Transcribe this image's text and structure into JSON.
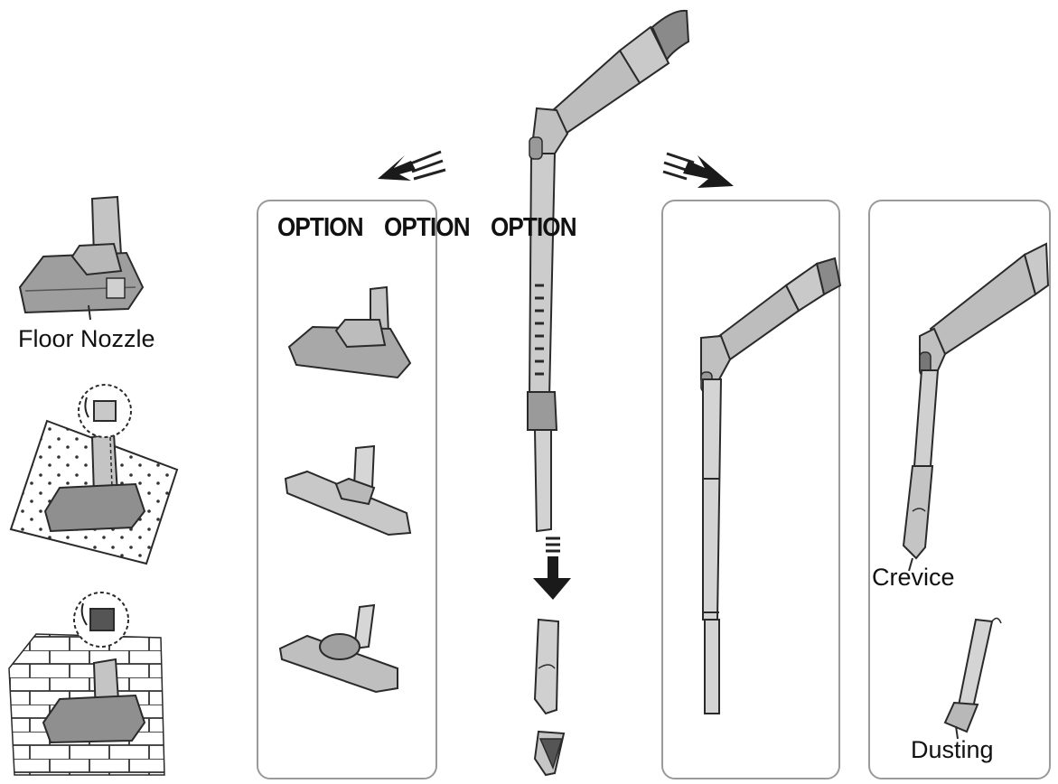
{
  "option_labels": [
    "OPTION",
    "OPTION",
    "OPTION"
  ],
  "labels": {
    "floor_nozzle": "Floor Nozzle",
    "crevice": "Crevice",
    "dusting": "Dusting"
  },
  "colors": {
    "stroke": "#2a2a2a",
    "part_fill": "#bdbdbd",
    "part_fill_light": "#d6d6d6",
    "part_fill_dark": "#8e8e8e",
    "panel_border": "#9a9a9a"
  }
}
